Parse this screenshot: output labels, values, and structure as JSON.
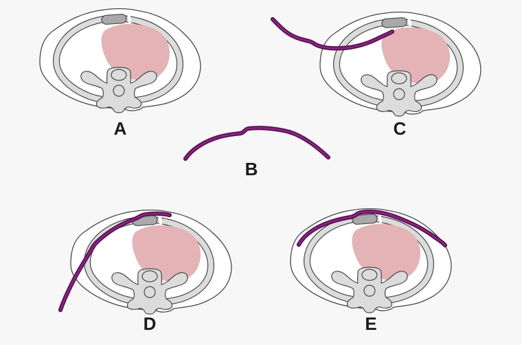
{
  "diagram": {
    "description_labels": [
      "A",
      "B",
      "C",
      "D",
      "E"
    ]
  },
  "figures": [
    {
      "id": "figure-a",
      "label": "A"
    },
    {
      "id": "figure-b",
      "label": "B"
    },
    {
      "id": "figure-c",
      "label": "C"
    },
    {
      "id": "figure-d",
      "label": "D"
    },
    {
      "id": "figure-e",
      "label": "E"
    }
  ],
  "colors": {
    "background": "#f7f7f7",
    "outline": "#474747",
    "skin": "#ffffff",
    "rib": "#dcdcdc",
    "sternum": "#a9a9a9",
    "heart": "#e4b3b6",
    "bar": "#5f1158",
    "barHighlight": "#8b2f84",
    "label": "#1b1b1b"
  }
}
